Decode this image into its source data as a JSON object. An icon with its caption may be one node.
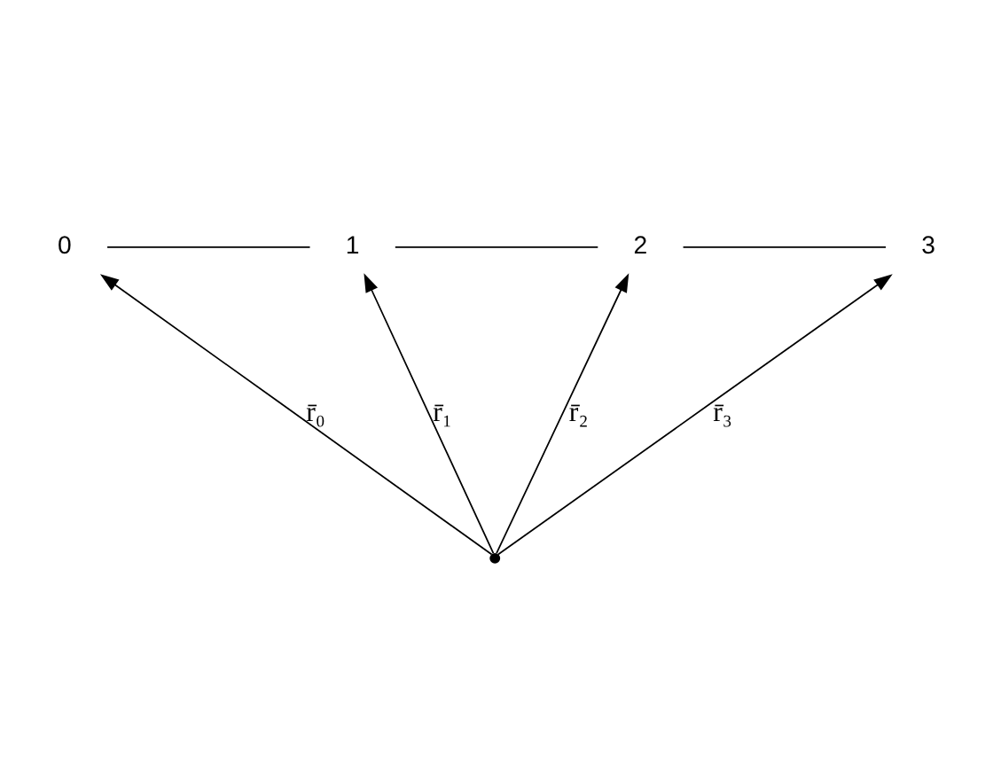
{
  "diagram": {
    "nodes": [
      {
        "text": [
          "0"
        ]
      },
      {
        "text": [
          "1"
        ]
      },
      {
        "text": [
          "2"
        ]
      },
      {
        "text": [
          "3"
        ]
      },
      {
        "text": [],
        "shape": "dot"
      }
    ],
    "edges": [
      {
        "from": 4,
        "to": 0,
        "arrow": "to",
        "label": "r̄₀"
      },
      {
        "from": 4,
        "to": 1,
        "arrow": "to",
        "label": "r̄₁"
      },
      {
        "from": 4,
        "to": 2,
        "arrow": "to",
        "label": "r̄₂"
      },
      {
        "from": 4,
        "to": 3,
        "arrow": "to",
        "label": "r̄₃"
      },
      {
        "from": 0,
        "to": 1,
        "arrow": "none"
      },
      {
        "from": 1,
        "to": 2,
        "arrow": "none"
      },
      {
        "from": 2,
        "to": 3,
        "arrow": "none"
      }
    ]
  }
}
